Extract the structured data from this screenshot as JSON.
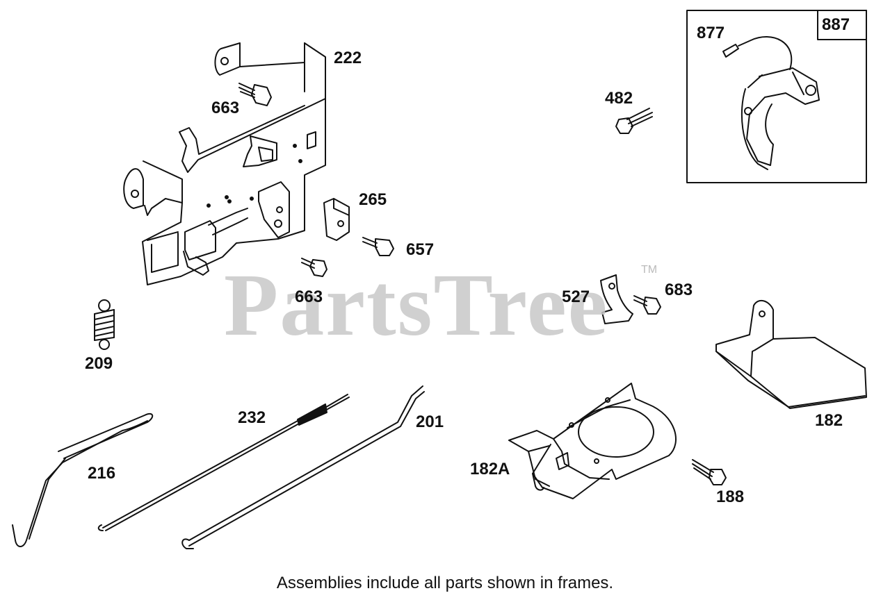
{
  "watermark": {
    "text": "PartsTree",
    "trademark": "TM"
  },
  "caption": "Assemblies include all parts shown in frames.",
  "labels": {
    "l222": "222",
    "l663a": "663",
    "l663b": "663",
    "l265": "265",
    "l657": "657",
    "l482": "482",
    "l877": "877",
    "l887": "887",
    "l527": "527",
    "l683": "683",
    "l209": "209",
    "l232": "232",
    "l201": "201",
    "l216": "216",
    "l182": "182",
    "l182a": "182A",
    "l188": "188"
  }
}
